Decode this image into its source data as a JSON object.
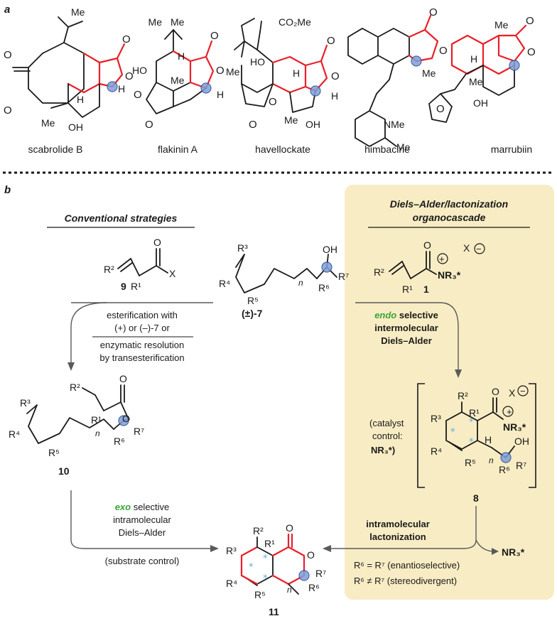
{
  "panel_a": {
    "label": "a",
    "compounds": [
      "scabrolide B",
      "flakinin A",
      "havellockate",
      "himbacine",
      "marrubiin"
    ],
    "atoms": {
      "O": "O",
      "H": "H",
      "HO": "HO",
      "OH": "OH",
      "Me": "Me",
      "CO2Me": "CO₂Me",
      "NMe": "NMe"
    }
  },
  "panel_b": {
    "label": "b",
    "left_title": "Conventional strategies",
    "right_title_line1": "Diels–Alder/lactonization",
    "right_title_line2": "organocascade",
    "cmpd9": "9",
    "cmpd7": "(±)-7",
    "cmpd1": "1",
    "cmpd10": "10",
    "cmpd8": "8",
    "cmpd11": "11",
    "left_step_1": "esterification with",
    "left_step_2": "(+) or (–)-7 or",
    "left_step_3": "enzymatic resolution",
    "left_step_4": "by transesterification",
    "endo_word": "endo",
    "endo_rest": " selective",
    "endo_line2": "intermolecular",
    "endo_line3": "Diels–Alder",
    "exo_word": "exo",
    "exo_rest": " selective",
    "exo_line2": "intramolecular",
    "exo_line3": "Diels–Alder",
    "substrate_control": "(substrate control)",
    "catalyst_1": "(catalyst",
    "catalyst_2": "control:",
    "catalyst_3": "NR₃*)",
    "lacton_1": "intramolecular",
    "lacton_2": "lactonization",
    "released": "NR₃*",
    "outcome_1": "R⁶ = R⁷ (enantioselective)",
    "outcome_2": "R⁶ ≠ R⁷ (stereodivergent)",
    "groups": {
      "R1": "R¹",
      "R2": "R²",
      "R3": "R³",
      "R4": "R⁴",
      "R5": "R⁵",
      "R6": "R⁶",
      "R7": "R⁷",
      "X": "X",
      "Xminus": "X",
      "NR3": "NR₃*",
      "n": "n",
      "O": "O",
      "OH": "OH",
      "H": "H"
    }
  },
  "colors": {
    "accent_red": "#e8202a",
    "highlight_box": "#f8ecc4",
    "endo_exo_green": "#3aa53a",
    "stereo_blue": "#7f9fd6"
  }
}
